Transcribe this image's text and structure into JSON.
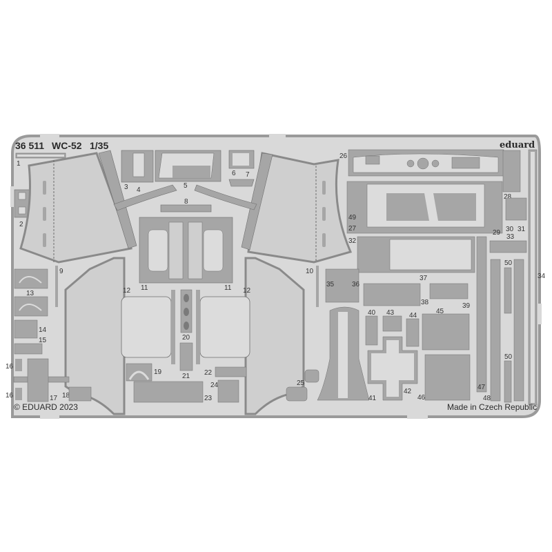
{
  "header": {
    "product_code": "36 511",
    "subject": "WC-52",
    "scale": "1/35",
    "brand": "eduard"
  },
  "footer": {
    "copyright": "© EDUARD 2023",
    "origin": "Made in Czech Republic"
  },
  "colors": {
    "background": "#ffffff",
    "sheet": "#d9d9d9",
    "frame": "#a8a8a8",
    "part_dark": "#a6a6a6",
    "part_light": "#dcdcdc",
    "outline": "#6e6e6e",
    "text": "#2a2a2a"
  },
  "parts": {
    "p1": "1",
    "p2": "2",
    "p3": "3",
    "p4": "4",
    "p5": "5",
    "p6": "6",
    "p7": "7",
    "p8": "8",
    "p9": "9",
    "p10": "10",
    "p11a": "11",
    "p11b": "11",
    "p12a": "12",
    "p12b": "12",
    "p13": "13",
    "p14": "14",
    "p15": "15",
    "p16a": "16",
    "p16b": "16",
    "p17": "17",
    "p18": "18",
    "p19": "19",
    "p20": "20",
    "p21": "21",
    "p22": "22",
    "p23": "23",
    "p24": "24",
    "p25": "25",
    "p26": "26",
    "p27": "27",
    "p28": "28",
    "p29": "29",
    "p30": "30",
    "p31": "31",
    "p32": "32",
    "p33": "33",
    "p34": "34",
    "p35": "35",
    "p36": "36",
    "p37": "37",
    "p38": "38",
    "p39": "39",
    "p40": "40",
    "p41": "41",
    "p42": "42",
    "p43": "43",
    "p44": "44",
    "p45": "45",
    "p46": "46",
    "p47": "47",
    "p48": "48",
    "p49": "49",
    "p50a": "50",
    "p50b": "50"
  }
}
